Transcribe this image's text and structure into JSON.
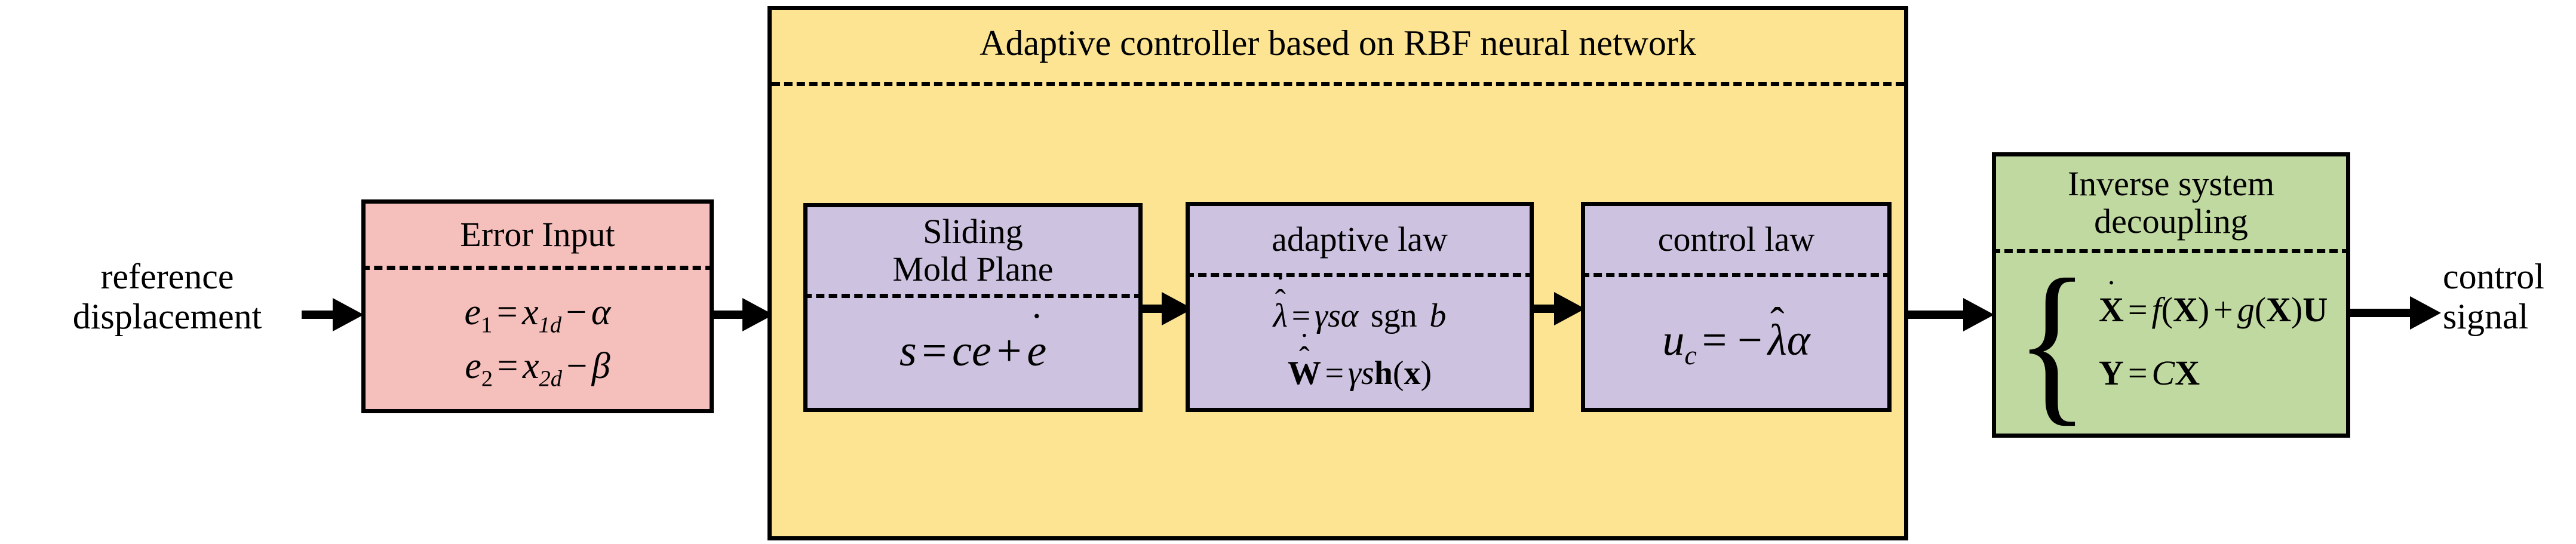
{
  "diagram": {
    "title": "Adaptive controller based on RBF neural network control block diagram",
    "colors": {
      "error_block": "#F5BFBC",
      "controller_group": "#FCE492",
      "controller_block": "#CDC3E0",
      "plant_block": "#C0D9A0",
      "stroke": "#000000",
      "background": "#FFFFFF"
    }
  },
  "input_label": "reference\ndisplacement",
  "output_label": "control\nsignal",
  "error_block": {
    "title": "Error Input",
    "equations": [
      {
        "lhs": "e",
        "lhs_sub": "1",
        "rhs_var": "x",
        "rhs_sub": "1d",
        "op": "−",
        "term": "α"
      },
      {
        "lhs": "e",
        "lhs_sub": "2",
        "rhs_var": "x",
        "rhs_sub": "2d",
        "op": "−",
        "term": "β"
      }
    ],
    "equations_text": [
      "e₁ = x₁d − α",
      "e₂ = x₂d − β"
    ]
  },
  "controller_group": {
    "title": "Adaptive controller based on RBF neural network"
  },
  "sliding_block": {
    "title": "Sliding\nMold Plane",
    "equation_text": "s = ce + ė"
  },
  "adaptive_block": {
    "title": "adaptive law",
    "equations_text": [
      "λ̂̇ = γsα sgn b",
      "Ŵ̇ = γs h(x)"
    ],
    "sgn_label": "sgn"
  },
  "control_block": {
    "title": "control law",
    "equation_text": "u_c = −λ̂α"
  },
  "plant_block": {
    "title": "Inverse system\ndecoupling",
    "equations_text": [
      "Ẋ = f(X) + g(X)U",
      "Y = CX"
    ]
  },
  "arrows": [
    {
      "name": "reference-to-error",
      "from": "reference displacement",
      "to": "Error Input"
    },
    {
      "name": "error-to-sliding",
      "from": "Error Input",
      "to": "Sliding Mold Plane"
    },
    {
      "name": "sliding-to-adaptive",
      "from": "Sliding Mold Plane",
      "to": "adaptive law"
    },
    {
      "name": "adaptive-to-control",
      "from": "adaptive law",
      "to": "control law"
    },
    {
      "name": "control-to-plant",
      "from": "control law",
      "to": "Inverse system decoupling"
    },
    {
      "name": "plant-to-output",
      "from": "Inverse system decoupling",
      "to": "control signal"
    }
  ]
}
